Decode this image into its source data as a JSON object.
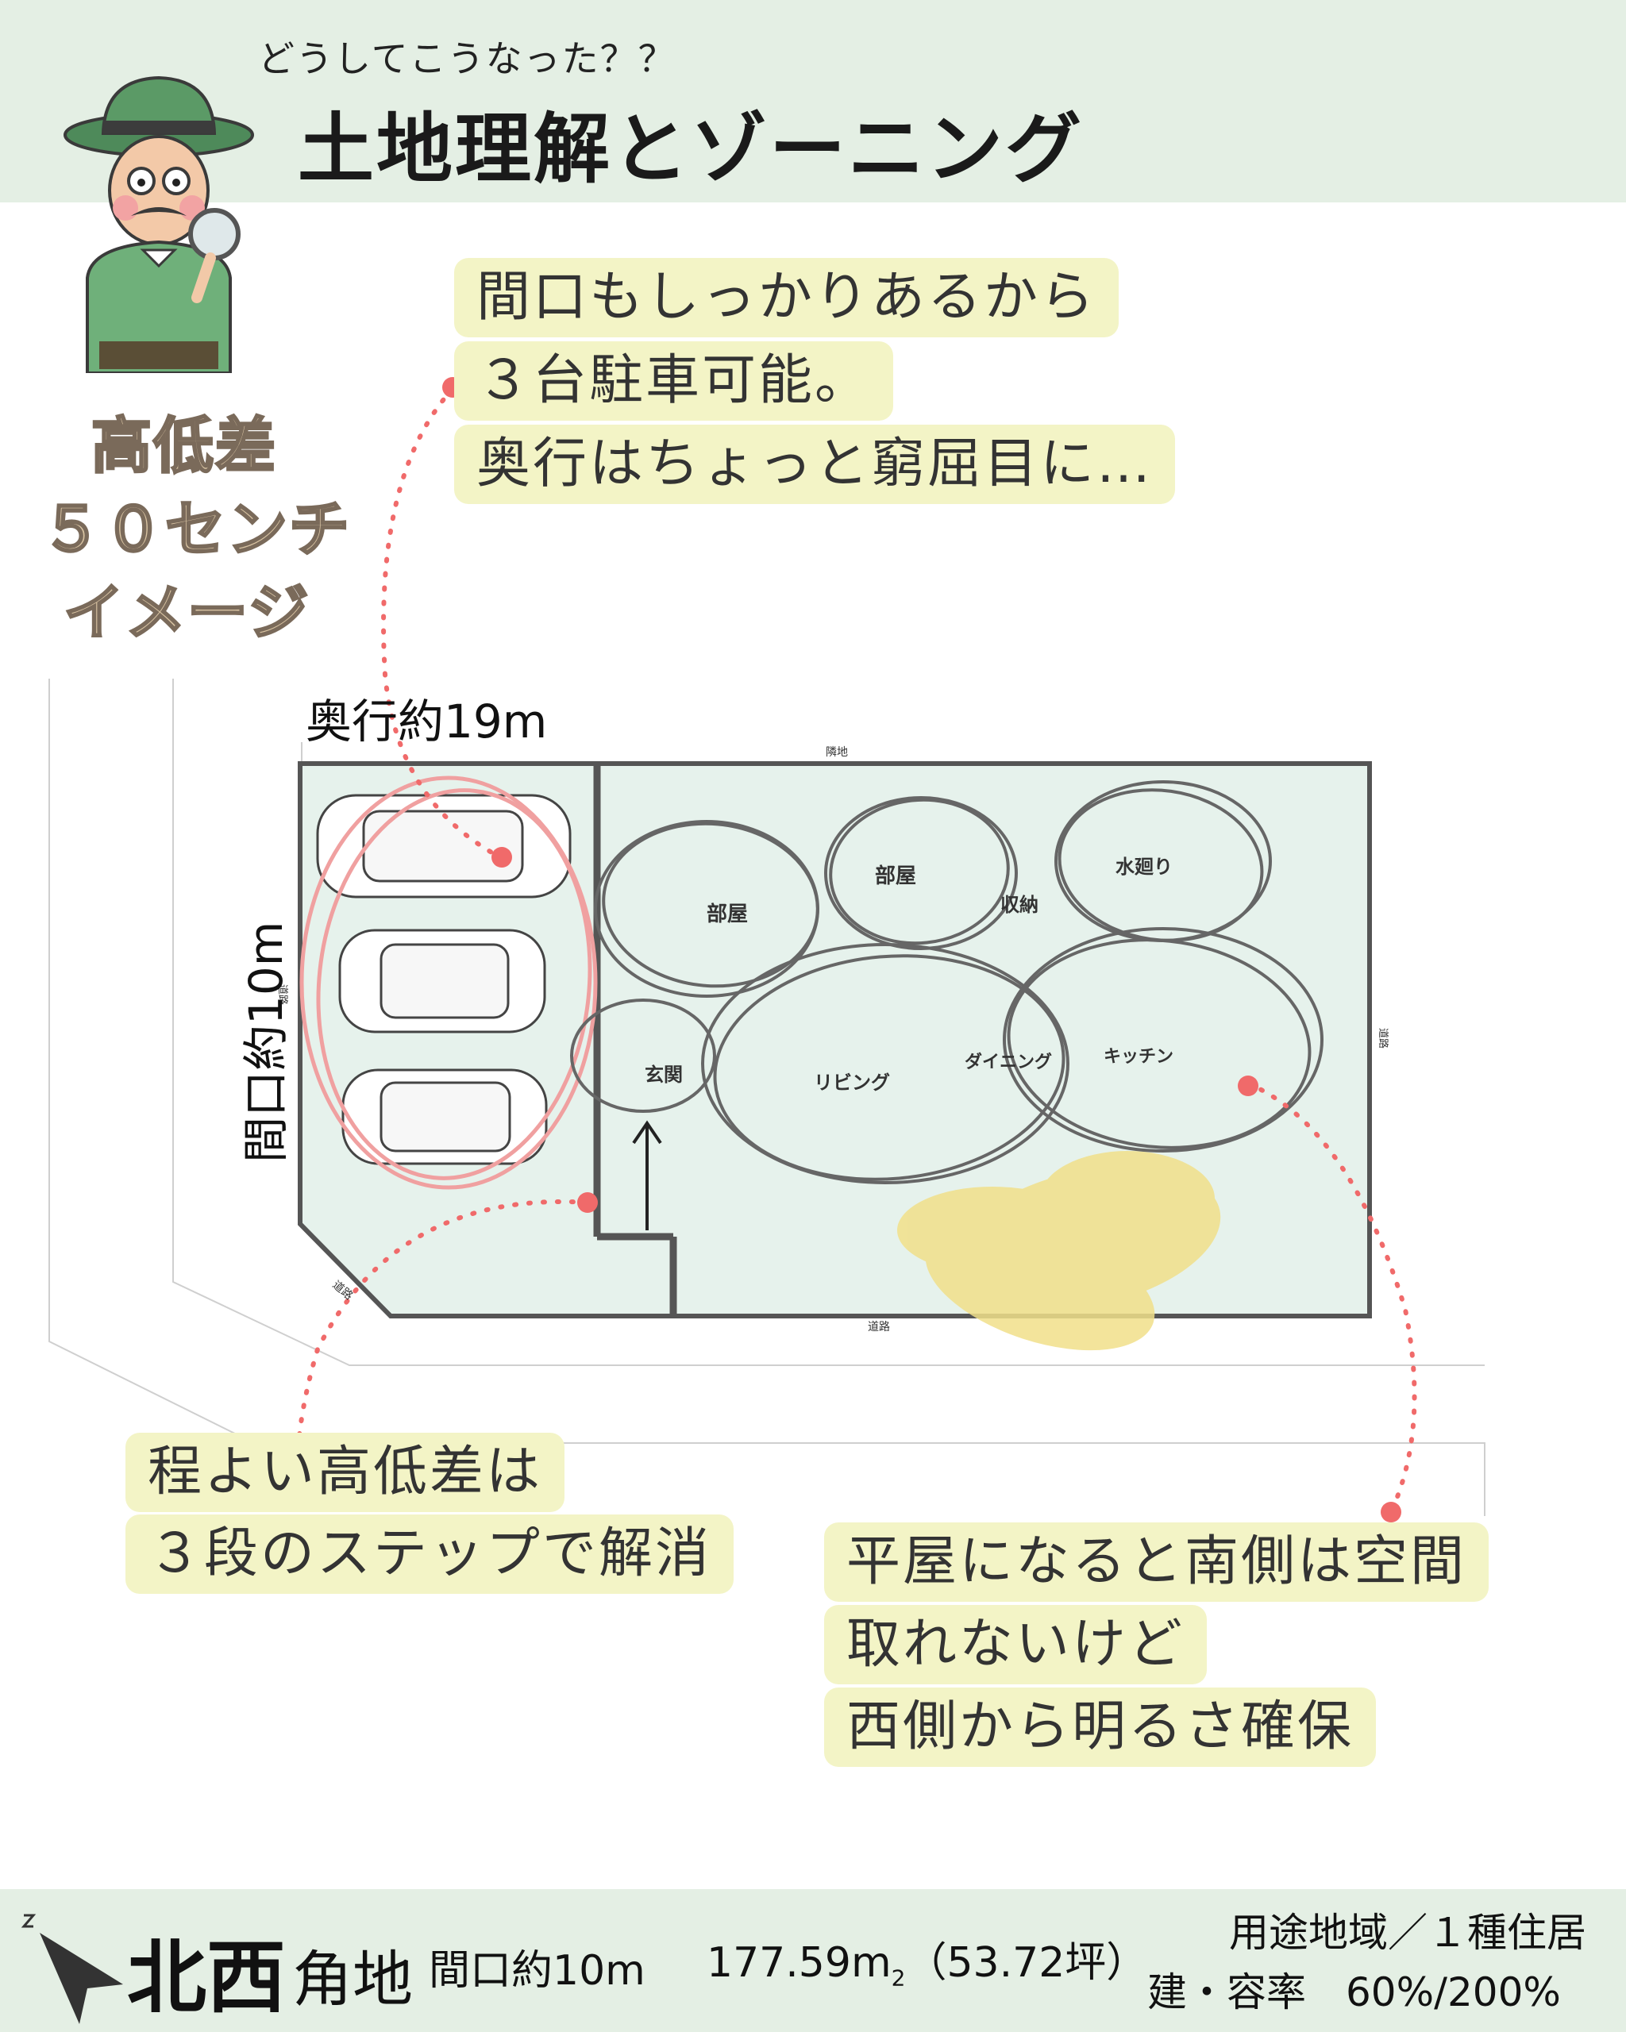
{
  "header": {
    "subtitle": "どうしてこうなった？？",
    "title": "土地理解とゾーニング"
  },
  "illustration": {
    "elevation_lines": [
      "高低差",
      "５０センチ",
      "イメージ"
    ]
  },
  "callouts": {
    "top": [
      "間口もしっかりあるから",
      "３台駐車可能。",
      "奥行はちょっと窮屈目に…"
    ],
    "bottom_left": [
      "程よい高低差は",
      "３段のステップで解消"
    ],
    "bottom_right": [
      "平屋になると南側は空間",
      "取れないけど",
      "西側から明るさ確保"
    ]
  },
  "plan": {
    "depth_label": "奥行約19m",
    "frontage_label": "間口約10m",
    "neighbor_label": "隣地",
    "road_labels": [
      "道路",
      "道路",
      "道路",
      "道路"
    ],
    "rooms": [
      "部屋",
      "部屋",
      "収納",
      "水廻り",
      "玄関",
      "リビング",
      "ダイニング",
      "キッチン"
    ]
  },
  "footer": {
    "corner": "北西",
    "corner_suffix": "角地",
    "frontage": "間口約10m",
    "area": "177.59m",
    "area_unit_sub": "2",
    "area_tsubo": "（53.72坪）",
    "zoning": "用途地域／１種住居",
    "ratio": "建・容率　60%/200%"
  },
  "colors": {
    "header_bg": "#e4efe4",
    "lot_fill": "#e6f2ec",
    "callout_bg": "#f3f4c6",
    "accent_red": "#f06a6a",
    "sun_yellow": "#f1e08a"
  }
}
